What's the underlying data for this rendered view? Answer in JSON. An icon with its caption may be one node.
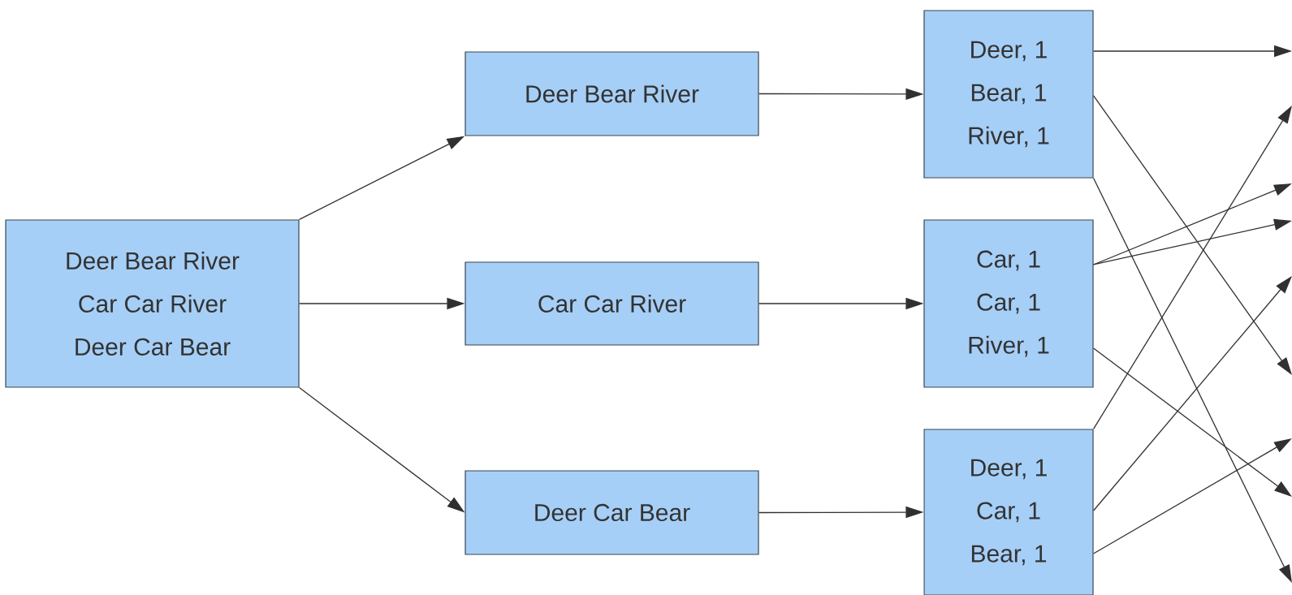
{
  "diagram": {
    "nodes": [
      {
        "text": [
          "Deer Bear River",
          "Car Car River",
          "Deer Car Bear"
        ]
      },
      {
        "text": [
          "Deer Bear River"
        ]
      },
      {
        "text": [
          "Car Car River"
        ]
      },
      {
        "text": [
          "Deer Car Bear"
        ]
      },
      {
        "text": [
          "Deer, 1",
          "Bear, 1",
          "River, 1"
        ]
      },
      {
        "text": [
          "Car, 1",
          "Car, 1",
          "River, 1"
        ]
      },
      {
        "text": [
          "Deer, 1",
          "Car, 1",
          "Bear, 1"
        ]
      }
    ],
    "edges": [
      {
        "from": 0,
        "to": 1,
        "arrow": "to"
      },
      {
        "from": 0,
        "to": 2,
        "arrow": "to"
      },
      {
        "from": 0,
        "to": 3,
        "arrow": "to"
      },
      {
        "from": 1,
        "to": 4,
        "arrow": "to"
      },
      {
        "from": 2,
        "to": 5,
        "arrow": "to"
      },
      {
        "from": 3,
        "to": 6,
        "arrow": "to"
      },
      {
        "from": 4,
        "to": null,
        "arrow": "to"
      },
      {
        "from": 4,
        "to": null,
        "arrow": "to"
      },
      {
        "from": 4,
        "to": null,
        "arrow": "to"
      },
      {
        "from": 5,
        "to": null,
        "arrow": "to"
      },
      {
        "from": 5,
        "to": null,
        "arrow": "to"
      },
      {
        "from": 5,
        "to": null,
        "arrow": "to"
      },
      {
        "from": 6,
        "to": null,
        "arrow": "to"
      },
      {
        "from": 6,
        "to": null,
        "arrow": "to"
      },
      {
        "from": 6,
        "to": null,
        "arrow": "to"
      }
    ]
  }
}
